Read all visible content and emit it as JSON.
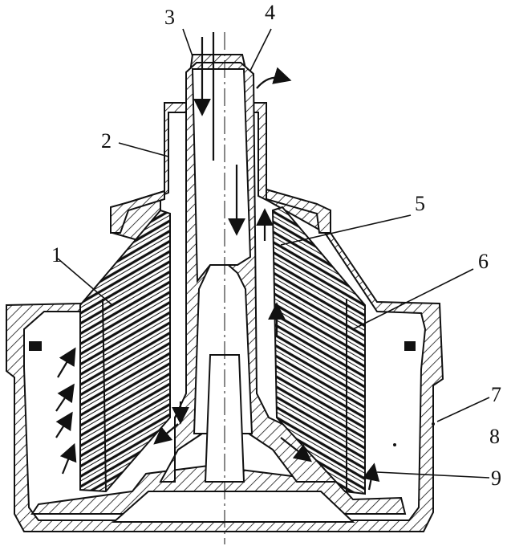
{
  "diagram": {
    "colors": {
      "ink": "#111111",
      "paper": "#ffffff"
    },
    "labels": [
      {
        "id": "label-1",
        "text": "1"
      },
      {
        "id": "label-2",
        "text": "2"
      },
      {
        "id": "label-3",
        "text": "3"
      },
      {
        "id": "label-4",
        "text": "4"
      },
      {
        "id": "label-5",
        "text": "5"
      },
      {
        "id": "label-6",
        "text": "6"
      },
      {
        "id": "label-7",
        "text": "7"
      },
      {
        "id": "label-8",
        "text": "8"
      },
      {
        "id": "label-9",
        "text": "9"
      }
    ]
  }
}
